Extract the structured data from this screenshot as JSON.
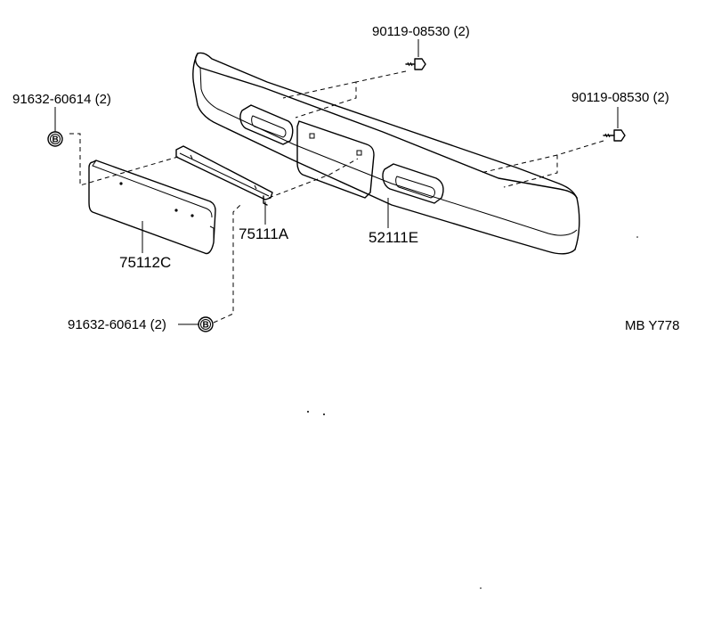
{
  "parts": {
    "bolt_top": "90119-08530 (2)",
    "bolt_right": "90119-08530 (2)",
    "clip_top": "91632-60614 (2)",
    "clip_bottom": "91632-60614 (2)",
    "plate": "75112C",
    "bracket": "75111A",
    "bumper": "52111E"
  },
  "markers": {
    "clip_top_letter": "B",
    "clip_bottom_letter": "B"
  },
  "figure_code": "MB Y778"
}
